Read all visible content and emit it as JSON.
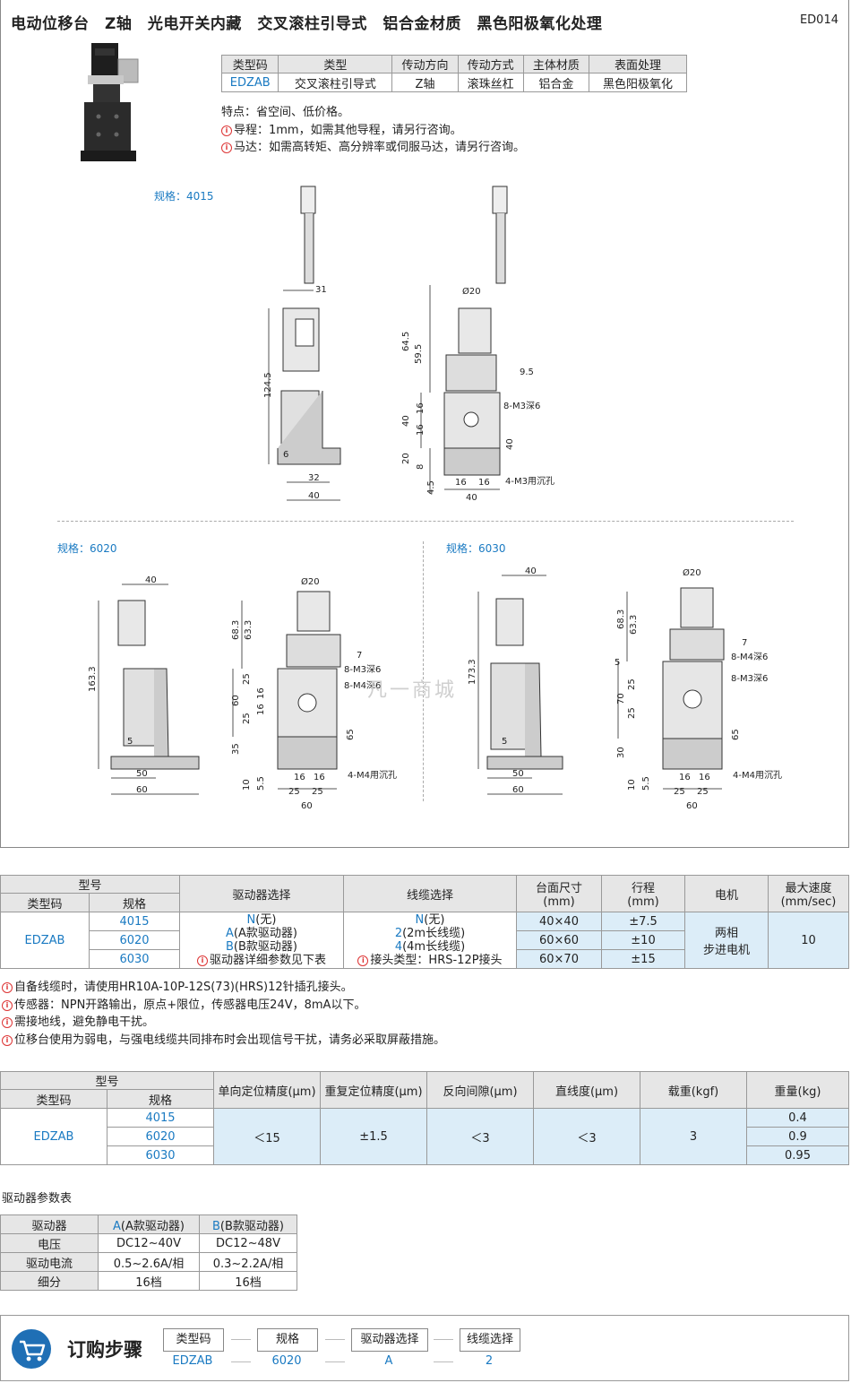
{
  "header": {
    "title": "电动位移台　Z轴　光电开关内藏　交叉滚柱引导式　铝合金材质　黑色阳极氧化处理",
    "code": "ED014"
  },
  "spec_table": {
    "headers": [
      "类型码",
      "类型",
      "传动方向",
      "传动方式",
      "主体材质",
      "表面处理"
    ],
    "values": [
      "EDZAB",
      "交叉滚柱引导式",
      "Z轴",
      "滚珠丝杠",
      "铝合金",
      "黑色阳极氧化"
    ]
  },
  "features": [
    "特点：省空间、低价格。",
    "导程：1mm，如需其他导程，请另行咨询。",
    "马达：如需高转矩、高分辨率或伺服马达，请另行咨询。"
  ],
  "drawings": {
    "spec_4015": "规格：4015",
    "spec_6020": "规格：6020",
    "spec_6030": "规格：6030",
    "d4015_side": {
      "w31": "31",
      "h124_5": "124.5",
      "w6": "6",
      "w32": "32",
      "w40": "40"
    },
    "d4015_front": {
      "d20": "Ø20",
      "h64_5": "64.5",
      "h59_5": "59.5",
      "w9_5": "9.5",
      "m3": "8-M3深6",
      "h40": "40",
      "h16a": "16",
      "h16b": "16",
      "h40r": "40",
      "h20": "20",
      "h8": "8",
      "h4_5": "4.5",
      "w16a": "16",
      "w16b": "16",
      "w40": "40",
      "m3hole": "4-M3用沉孔"
    },
    "d6020_side": {
      "w40": "40",
      "h163_3": "163.3",
      "w5": "5",
      "w50": "50",
      "w60": "60"
    },
    "d6020_front": {
      "d20": "Ø20",
      "h68_3": "68.3",
      "h63_3": "63.3",
      "w7": "7",
      "m3": "8-M3深6",
      "m4": "8-M4深6",
      "h25": "25",
      "h60": "60",
      "h16a": "16",
      "h16b": "16",
      "h25b": "25",
      "h65": "65",
      "h35": "35",
      "h10": "10",
      "h5_5": "5.5",
      "w16a": "16",
      "w16b": "16",
      "w25a": "25",
      "w25b": "25",
      "w60": "60",
      "m4hole": "4-M4用沉孔"
    },
    "d6030_side": {
      "w40": "40",
      "h173_3": "173.3",
      "w5": "5",
      "w50": "50",
      "w60": "60"
    },
    "d6030_front": {
      "d20": "Ø20",
      "h68_3": "68.3",
      "h63_3": "63.3",
      "h5": "5",
      "w7": "7",
      "m4": "8-M4深6",
      "m3": "8-M3深6",
      "h25": "25",
      "h70": "70",
      "h25b": "25",
      "h65": "65",
      "h30": "30",
      "h10": "10",
      "h5_5": "5.5",
      "w16a": "16",
      "w16b": "16",
      "w25a": "25",
      "w25b": "25",
      "w60": "60",
      "m4hole": "4-M4用沉孔"
    }
  },
  "model_table": {
    "h_model": "型号",
    "h_code": "类型码",
    "h_spec": "规格",
    "h_driver": "驱动器选择",
    "h_cable": "线缆选择",
    "h_table": "台面尺寸\n(mm)",
    "h_stroke": "行程\n(mm)",
    "h_motor": "电机",
    "h_speed": "最大速度\n(mm/sec)",
    "code": "EDZAB",
    "specs": [
      "4015",
      "6020",
      "6030"
    ],
    "driver": [
      {
        "k": "N",
        "v": "(无)"
      },
      {
        "k": "A",
        "v": "(A款驱动器)"
      },
      {
        "k": "B",
        "v": "(B款驱动器)"
      }
    ],
    "driver_note": "驱动器详细参数见下表",
    "cable": [
      {
        "k": "N",
        "v": "(无)"
      },
      {
        "k": "2",
        "v": "(2m长线缆)"
      },
      {
        "k": "4",
        "v": "(4m长线缆)"
      }
    ],
    "cable_note": "接头类型：HRS-12P接头",
    "sizes": [
      "40×40",
      "60×60",
      "60×70"
    ],
    "strokes": [
      "±7.5",
      "±10",
      "±15"
    ],
    "motor": "两相\n步进电机",
    "speed": "10"
  },
  "notes": [
    "自备线缆时，请使用HR10A-10P-12S(73)(HRS)12针插孔接头。",
    "传感器：NPN开路输出，原点+限位，传感器电压24V，8mA以下。",
    "需接地线，避免静电干扰。",
    "位移台使用为弱电，与强电线缆共同排布时会出现信号干扰，请务必采取屏蔽措施。"
  ],
  "precision_table": {
    "h_model": "型号",
    "h_code": "类型码",
    "h_spec": "规格",
    "h_uni": "单向定位精度(μm)",
    "h_rep": "重复定位精度(μm)",
    "h_back": "反向间隙(μm)",
    "h_straight": "直线度(μm)",
    "h_load": "载重(kgf)",
    "h_weight": "重量(kg)",
    "code": "EDZAB",
    "specs": [
      "4015",
      "6020",
      "6030"
    ],
    "uni": "＜15",
    "rep": "±1.5",
    "back": "＜3",
    "straight": "＜3",
    "load": "3",
    "weights": [
      "0.4",
      "0.9",
      "0.95"
    ]
  },
  "driver_params": {
    "title": "驱动器参数表",
    "h_driver": "驱动器",
    "h_a": {
      "k": "A",
      "v": "(A款驱动器)"
    },
    "h_b": {
      "k": "B",
      "v": "(B款驱动器)"
    },
    "rows": [
      {
        "label": "电压",
        "a": "DC12~40V",
        "b": "DC12~48V"
      },
      {
        "label": "驱动电流",
        "a": "0.5~2.6A/相",
        "b": "0.3~2.2A/相"
      },
      {
        "label": "细分",
        "a": "16档",
        "b": "16档"
      }
    ]
  },
  "order": {
    "title": "订购步骤",
    "steps": [
      "类型码",
      "规格",
      "驱动器选择",
      "线缆选择"
    ],
    "example": [
      "EDZAB",
      "6020",
      "A",
      "2"
    ]
  },
  "watermark": "凡一商城",
  "colors": {
    "blue": "#1a7ac2",
    "header_gray": "#e6e6e6",
    "cell_blue": "#dcedf8",
    "cart_blue": "#1f6fb5",
    "info_red": "#dd3333"
  }
}
